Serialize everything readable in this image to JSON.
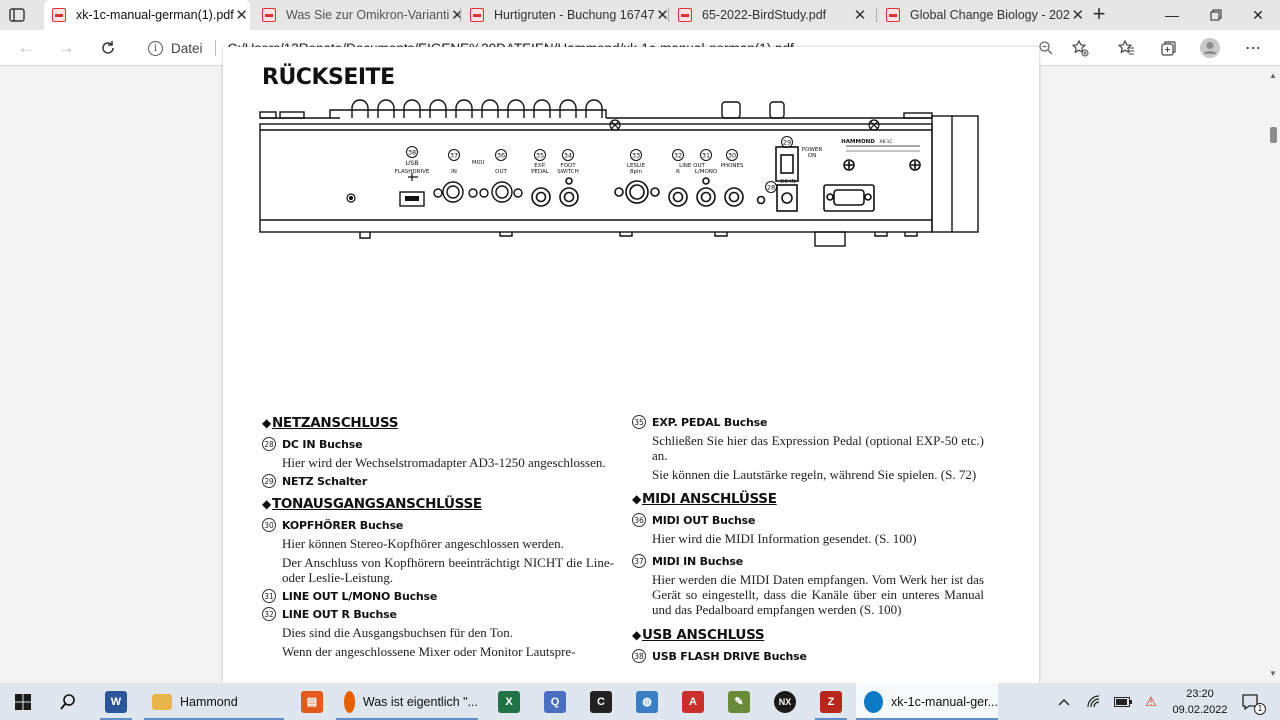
{
  "browser": {
    "tabs": [
      {
        "title": "xk-1c-manual-german(1).pdf",
        "active": true
      },
      {
        "title": "Was Sie zur Omikron-Varianti",
        "active": false
      },
      {
        "title": "Hurtigruten - Buchung 16747",
        "active": false
      },
      {
        "title": "65-2022-BirdStudy.pdf",
        "active": false
      },
      {
        "title": "Global Change Biology - 202",
        "active": false
      }
    ],
    "address": {
      "scheme_label": "Datei",
      "url": "C:/Users/13Renate/Documents/EIGENE%20DATEIEN/Hammond/xk-1c-manual-german(1).pdf"
    }
  },
  "pdf": {
    "heading": "RÜCKSEITE",
    "diagram": {
      "labels": {
        "n38": "38",
        "usb": "USB",
        "flashdrive": "FLASHDRIVE",
        "n37": "37",
        "n36": "36",
        "midi": "MIDI",
        "midi_in": "IN",
        "midi_out": "OUT",
        "n35": "35",
        "exp": "EXP.",
        "pedal": "PEDAL",
        "n34": "34",
        "foot": "FOOT",
        "switch": "SWITCH",
        "n33": "33",
        "leslie": "LESLIE",
        "pin": "8pin",
        "n32": "32",
        "n31": "31",
        "lineout": "LINE OUT",
        "r": "R",
        "lmono": "L/MONO",
        "n30": "30",
        "phones": "PHONES",
        "n29": "29",
        "power": "POWER",
        "on": "ON",
        "n28": "28",
        "dcin": "DC IN",
        "brand": "HAMMOND",
        "model": "XK-1C"
      }
    },
    "left_column": {
      "sections": [
        {
          "title": "NETZANSCHLUSS",
          "items": [
            {
              "num": "28",
              "title": "DC IN Buchse",
              "text": [
                "Hier wird der Wechselstromadapter AD3-1250 angeschlossen."
              ]
            },
            {
              "num": "29",
              "title": "NETZ Schalter",
              "text": []
            }
          ]
        },
        {
          "title": "TONAUSGANGSANSCHLÜSSE",
          "items": [
            {
              "num": "30",
              "title": "KOPFHÖRER Buchse",
              "text": [
                "Hier können Stereo-Kopfhörer angeschlossen werden.",
                "Der Anschluss von Kopfhörern beeinträchtigt NICHT die Line- oder Leslie-Leistung."
              ]
            },
            {
              "num": "31",
              "title": "LINE OUT L/MONO Buchse",
              "text": []
            },
            {
              "num": "32",
              "title": "LINE OUT R Buchse",
              "text": [
                "Dies sind die Ausgangsbuchsen für den Ton.",
                "Wenn der angeschlossene Mixer oder Monitor Lautspre-"
              ]
            }
          ]
        }
      ]
    },
    "right_column": {
      "pre_items": [
        {
          "num": "35",
          "title": "EXP. PEDAL Buchse",
          "text": [
            "Schließen Sie hier das Expression Pedal (optional EXP-50 etc.) an.",
            "Sie können die Lautstärke regeln, während Sie spielen. (S. 72)"
          ]
        }
      ],
      "sections": [
        {
          "title": "MIDI ANSCHLÜSSE",
          "items": [
            {
              "num": "36",
              "title": "MIDI OUT Buchse",
              "text": [
                "Hier wird die MIDI Information gesendet. (S. 100)"
              ]
            },
            {
              "num": "37",
              "title": "MIDI IN Buchse",
              "text": [
                "Hier werden die MIDI Daten empfangen. Vom Werk her ist das Gerät so eingestellt, dass die Kanäle über ein unteres Manual und das Pedalboard empfangen werden (S. 100)"
              ]
            }
          ]
        },
        {
          "title": "USB ANSCHLUSS",
          "items": [
            {
              "num": "38",
              "title": "USB FLASH DRIVE Buchse",
              "text": []
            }
          ]
        }
      ]
    }
  },
  "taskbar": {
    "items": [
      {
        "label": "",
        "icon": "word-icon",
        "color": "#2b579a"
      },
      {
        "label": "Hammond",
        "icon": "folder-icon",
        "color": "#e8b64a"
      },
      {
        "label": "",
        "icon": "pdf-reader-icon",
        "color": "#e45a1c"
      },
      {
        "label": "Was ist eigentlich \"...",
        "icon": "firefox-icon",
        "color": "#e66000"
      },
      {
        "label": "",
        "icon": "excel-icon",
        "color": "#217346"
      },
      {
        "label": "",
        "icon": "app-q-icon",
        "color": "#4a6fc1"
      },
      {
        "label": "",
        "icon": "app-c-icon",
        "color": "#222222"
      },
      {
        "label": "",
        "icon": "app-globe-icon",
        "color": "#3a7fc4"
      },
      {
        "label": "",
        "icon": "acrobat-icon",
        "color": "#c9302c"
      },
      {
        "label": "",
        "icon": "app-tool-icon",
        "color": "#6a8a3a"
      },
      {
        "label": "",
        "icon": "nx-icon",
        "color": "#1a1a1a"
      },
      {
        "label": "",
        "icon": "filezilla-icon",
        "color": "#b8261c"
      },
      {
        "label": "xk-1c-manual-ger...",
        "icon": "edge-icon",
        "color": "#0c7ac4"
      }
    ],
    "time": "23:20",
    "date": "09.02.2022",
    "notification_count": "1"
  }
}
